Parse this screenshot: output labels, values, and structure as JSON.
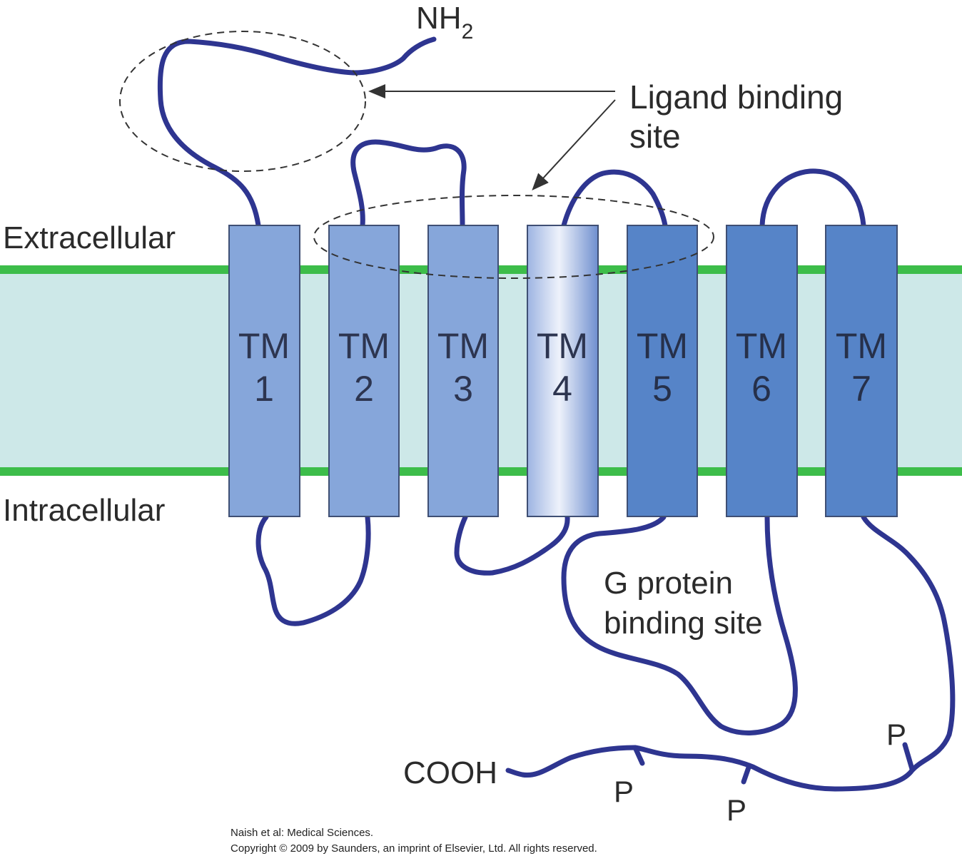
{
  "labels": {
    "nh2_main": "NH",
    "nh2_sub": "2",
    "ligand_line1": "Ligand binding",
    "ligand_line2": "site",
    "extracellular": "Extracellular",
    "intracellular": "Intracellular",
    "gprotein_line1": "G protein",
    "gprotein_line2": "binding site",
    "cooh": "COOH",
    "phosphate": "P"
  },
  "helices": [
    {
      "top": "TM",
      "num": "1"
    },
    {
      "top": "TM",
      "num": "2"
    },
    {
      "top": "TM",
      "num": "3"
    },
    {
      "top": "TM",
      "num": "4"
    },
    {
      "top": "TM",
      "num": "5"
    },
    {
      "top": "TM",
      "num": "6"
    },
    {
      "top": "TM",
      "num": "7"
    }
  ],
  "credit": {
    "line1": "Naish et al: Medical Sciences.",
    "line2": "Copyright © 2009 by Saunders, an imprint of Elsevier, Ltd. All rights reserved."
  },
  "colors": {
    "membrane_fill": "#cde8e8",
    "membrane_edge": "#3dbd4a",
    "chain": "#2e3590",
    "helix_light": "#86a6da",
    "helix_dark": "#5684c8",
    "helix_outline": "#3f4f74",
    "dashed": "#333333"
  }
}
